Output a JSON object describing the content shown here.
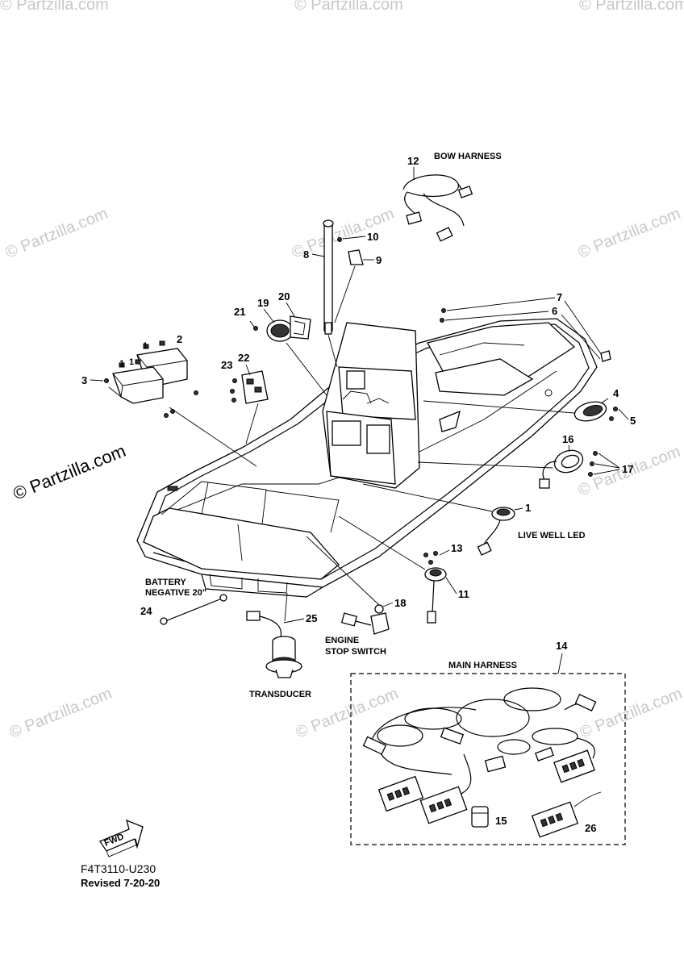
{
  "watermark": {
    "text": "© Partzilla.com",
    "text_dark": "© Partzilla.com"
  },
  "labels": {
    "bow_harness": "BOW HARNESS",
    "live_well_led": "LIVE WELL LED",
    "battery_line1": "BATTERY",
    "battery_line2": "NEGATIVE 20\"",
    "engine_line1": "ENGINE",
    "engine_line2": "STOP SWITCH",
    "transducer": "TRANSDUCER",
    "main_harness": "MAIN HARNESS",
    "fwd": "FWD"
  },
  "callouts": {
    "c1": "1",
    "c2": "2",
    "c3": "3",
    "c4": "4",
    "c5": "5",
    "c6": "6",
    "c7": "7",
    "c8": "8",
    "c9": "9",
    "c10": "10",
    "c11": "11",
    "c12": "12",
    "c13": "13",
    "c14": "14",
    "c15": "15",
    "c16": "16",
    "c17": "17",
    "c18": "18",
    "c19": "19",
    "c20": "20",
    "c21": "21",
    "c22": "22",
    "c23": "23",
    "c24": "24",
    "c25": "25",
    "c26": "26",
    "battery_small_1": "1"
  },
  "footer": {
    "code": "F4T3110-U230",
    "revised": "Revised 7-20-20"
  }
}
